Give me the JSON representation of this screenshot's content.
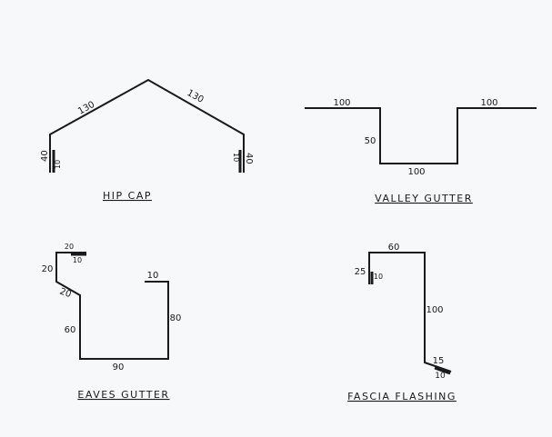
{
  "hip_cap": {
    "title": "HIP CAP",
    "left_slope": "130",
    "right_slope": "130",
    "left_leg": "40",
    "left_hem": "10",
    "right_leg": "40",
    "right_hem": "10"
  },
  "valley_gutter": {
    "title": "VALLEY GUTTER",
    "left_flange": "100",
    "depth": "50",
    "base": "100",
    "right_flange": "100"
  },
  "eaves_gutter": {
    "title": "EAVES GUTTER",
    "top": "20",
    "hem": "10",
    "back_upper": "20",
    "offset": "20",
    "back": "60",
    "base": "90",
    "front": "80",
    "front_lip": "10"
  },
  "fascia_flashing": {
    "title": "FASCIA FLASHING",
    "top": "60",
    "back_leg": "25",
    "back_hem": "10",
    "face": "100",
    "drip": "15",
    "drip_hem": "10"
  }
}
